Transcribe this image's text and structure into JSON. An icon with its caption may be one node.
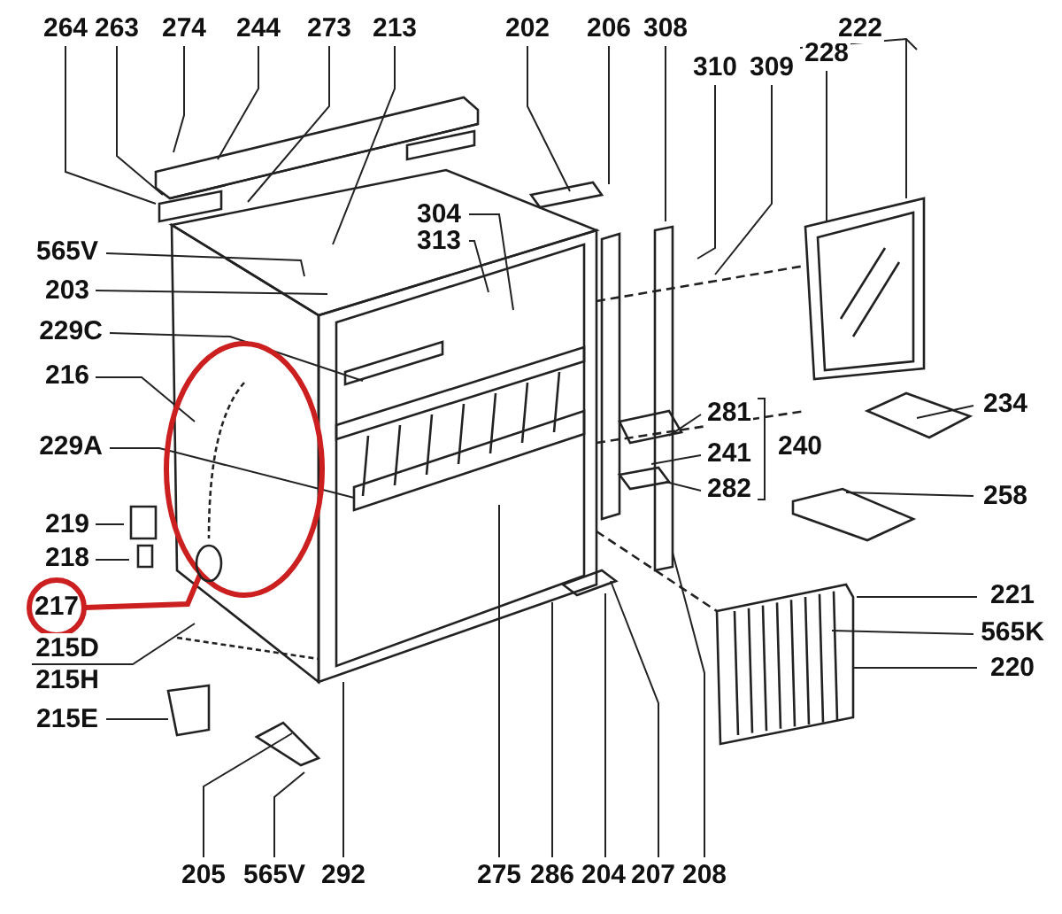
{
  "diagram": {
    "nodes": [
      {
        "text": [
          "264"
        ]
      },
      {
        "text": [
          "263"
        ]
      },
      {
        "text": [
          "274"
        ]
      },
      {
        "text": [
          "244"
        ]
      },
      {
        "text": [
          "273"
        ]
      },
      {
        "text": [
          "213"
        ]
      },
      {
        "text": [
          "202"
        ]
      },
      {
        "text": [
          "206"
        ]
      },
      {
        "text": [
          "308"
        ]
      },
      {
        "text": [
          "310"
        ]
      },
      {
        "text": [
          "309"
        ]
      },
      {
        "text": [
          "228"
        ]
      },
      {
        "text": [
          "565V"
        ]
      },
      {
        "text": [
          "203"
        ]
      },
      {
        "text": [
          "229C"
        ]
      },
      {
        "text": [
          "216"
        ]
      },
      {
        "text": [
          "229A"
        ]
      },
      {
        "text": [
          "219"
        ]
      },
      {
        "text": [
          "218"
        ]
      },
      {
        "text": [
          "217"
        ]
      },
      {
        "text": [
          "215D"
        ]
      },
      {
        "text": [
          "215E"
        ]
      },
      {
        "text": [
          "304"
        ]
      },
      {
        "text": [
          "313"
        ]
      },
      {
        "text": [
          "281"
        ]
      },
      {
        "text": [
          "241"
        ]
      },
      {
        "text": [
          "282"
        ]
      },
      {
        "text": [
          "234"
        ]
      },
      {
        "text": [
          "258"
        ]
      },
      {
        "text": [
          "221"
        ]
      },
      {
        "text": [
          "565K"
        ]
      },
      {
        "text": [
          "220"
        ]
      },
      {
        "text": [
          "205"
        ]
      },
      {
        "text": [
          "565V"
        ]
      },
      {
        "text": [
          "292"
        ]
      },
      {
        "text": [
          "275"
        ]
      },
      {
        "text": [
          "286"
        ]
      },
      {
        "text": [
          "204"
        ]
      },
      {
        "text": [
          "207"
        ]
      },
      {
        "text": [
          "208"
        ]
      },
      {
        "text": [],
        "shape": "circle"
      },
      {
        "text": [],
        "shape": "picture",
        "in": 40
      },
      {
        "text": [
          "222"
        ]
      },
      {
        "text": [
          "240"
        ]
      },
      {
        "text": [
          "215H"
        ]
      }
    ],
    "edges": [
      {
        "from": 0,
        "to": null,
        "arrow": "none"
      },
      {
        "from": 1,
        "to": null,
        "arrow": "none"
      },
      {
        "from": 2,
        "to": null,
        "arrow": "none"
      },
      {
        "from": 3,
        "to": null,
        "arrow": "none"
      },
      {
        "from": 4,
        "to": null,
        "arrow": "none"
      },
      {
        "from": 5,
        "to": null,
        "arrow": "none"
      },
      {
        "from": 6,
        "to": null,
        "arrow": "none"
      },
      {
        "from": 7,
        "to": null,
        "arrow": "none"
      },
      {
        "from": 8,
        "to": null,
        "arrow": "none"
      },
      {
        "from": 9,
        "to": null,
        "arrow": "none"
      },
      {
        "from": 10,
        "to": null,
        "arrow": "none"
      },
      {
        "from": 11,
        "to": null,
        "arrow": "none"
      },
      {
        "from": 12,
        "to": null,
        "arrow": "none"
      },
      {
        "from": 13,
        "to": null,
        "arrow": "none"
      },
      {
        "from": 14,
        "to": null,
        "arrow": "none"
      },
      {
        "from": 15,
        "to": 41,
        "arrow": "none"
      },
      {
        "from": 16,
        "to": null,
        "arrow": "none"
      },
      {
        "from": 17,
        "to": null,
        "arrow": "none"
      },
      {
        "from": 18,
        "to": null,
        "arrow": "none"
      },
      {
        "from": 19,
        "to": 40,
        "arrow": "none",
        "style": "thick",
        "color": "#cc1f1f"
      },
      {
        "from": 20,
        "to": null,
        "arrow": "none"
      },
      {
        "from": 21,
        "to": null,
        "arrow": "none"
      },
      {
        "from": 22,
        "to": null,
        "arrow": "none"
      },
      {
        "from": 23,
        "to": null,
        "arrow": "none"
      },
      {
        "from": 24,
        "to": null,
        "arrow": "none"
      },
      {
        "from": 25,
        "to": null,
        "arrow": "none"
      },
      {
        "from": 26,
        "to": null,
        "arrow": "none"
      },
      {
        "from": 27,
        "to": null,
        "arrow": "none"
      },
      {
        "from": 28,
        "to": null,
        "arrow": "none"
      },
      {
        "from": 29,
        "to": null,
        "arrow": "none"
      },
      {
        "from": 30,
        "to": null,
        "arrow": "none"
      },
      {
        "from": 31,
        "to": null,
        "arrow": "none"
      },
      {
        "from": 32,
        "to": null,
        "arrow": "none"
      },
      {
        "from": 33,
        "to": null,
        "arrow": "none"
      },
      {
        "from": 34,
        "to": null,
        "arrow": "none"
      },
      {
        "from": 35,
        "to": null,
        "arrow": "none"
      },
      {
        "from": 36,
        "to": null,
        "arrow": "none"
      },
      {
        "from": 37,
        "to": null,
        "arrow": "none"
      },
      {
        "from": 38,
        "to": null,
        "arrow": "none"
      },
      {
        "from": 39,
        "to": null,
        "arrow": "none"
      }
    ],
    "labels": []
  }
}
